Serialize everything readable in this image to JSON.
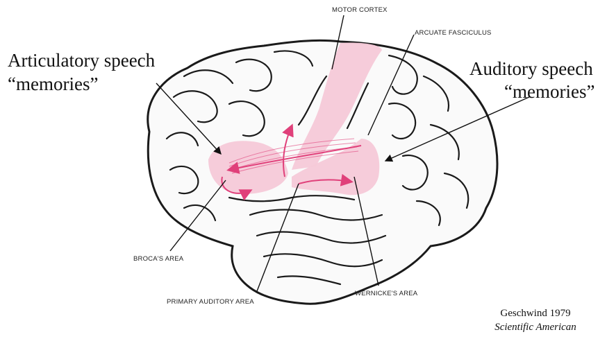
{
  "labels": {
    "articulatory_line1": "Articulatory speech",
    "articulatory_line2": "“memories”",
    "auditory_line1": "Auditory speech",
    "auditory_line2": "“memories”",
    "motor_cortex": "MOTOR CORTEX",
    "arcuate_fasciculus": "ARCUATE FASCICULUS",
    "brocas_area": "BROCA'S AREA",
    "primary_auditory_area": "PRIMARY AUDITORY AREA",
    "wernickes_area": "WERNICKE'S AREA"
  },
  "citation": {
    "author_year": "Geschwind 1979",
    "journal": "Scientific American"
  },
  "colors": {
    "highlight": "#f6c9d8",
    "arrow": "#e0407a",
    "outline": "#1a1a1a"
  }
}
